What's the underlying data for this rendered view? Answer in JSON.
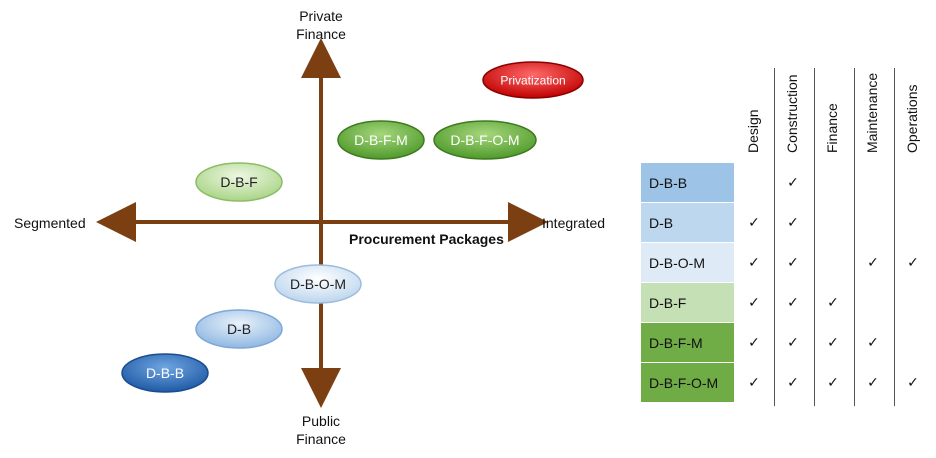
{
  "axes": {
    "top": "Private\nFinance",
    "bottom": "Public\nFinance",
    "left": "Segmented",
    "right": "Integrated",
    "center": "Procurement Packages"
  },
  "ellipses": {
    "privatization": "Privatization",
    "dbfm": "D-B-F-M",
    "dbfom": "D-B-F-O-M",
    "dbf": "D-B-F",
    "dbom": "D-B-O-M",
    "db": "D-B",
    "dbb": "D-B-B"
  },
  "table": {
    "columns": [
      "Design",
      "Construction",
      "Finance",
      "Maintenance",
      "Operations"
    ],
    "check_mark": "✓",
    "rows": [
      {
        "label": "D-B-B",
        "color": "#9DC3E6",
        "checks": [
          false,
          true,
          false,
          false,
          false
        ]
      },
      {
        "label": "D-B",
        "color": "#BDD7EE",
        "checks": [
          true,
          true,
          false,
          false,
          false
        ]
      },
      {
        "label": "D-B-O-M",
        "color": "#DEEBF7",
        "checks": [
          true,
          true,
          false,
          true,
          true
        ]
      },
      {
        "label": "D-B-F",
        "color": "#C5E0B4",
        "checks": [
          true,
          true,
          true,
          false,
          false
        ]
      },
      {
        "label": "D-B-F-M",
        "color": "#70AD47",
        "checks": [
          true,
          true,
          true,
          true,
          false
        ]
      },
      {
        "label": "D-B-F-O-M",
        "color": "#6FAC46",
        "checks": [
          true,
          true,
          true,
          true,
          true
        ]
      }
    ]
  },
  "colors": {
    "arrow": "#7B3F12",
    "privatization": "#E02020",
    "green_dark": "#6BB043",
    "green_light": "#C8E4A8",
    "blue_pale": "#DCEBF8",
    "blue_light": "#B7D3EE",
    "blue_dark": "#3A78C2"
  }
}
